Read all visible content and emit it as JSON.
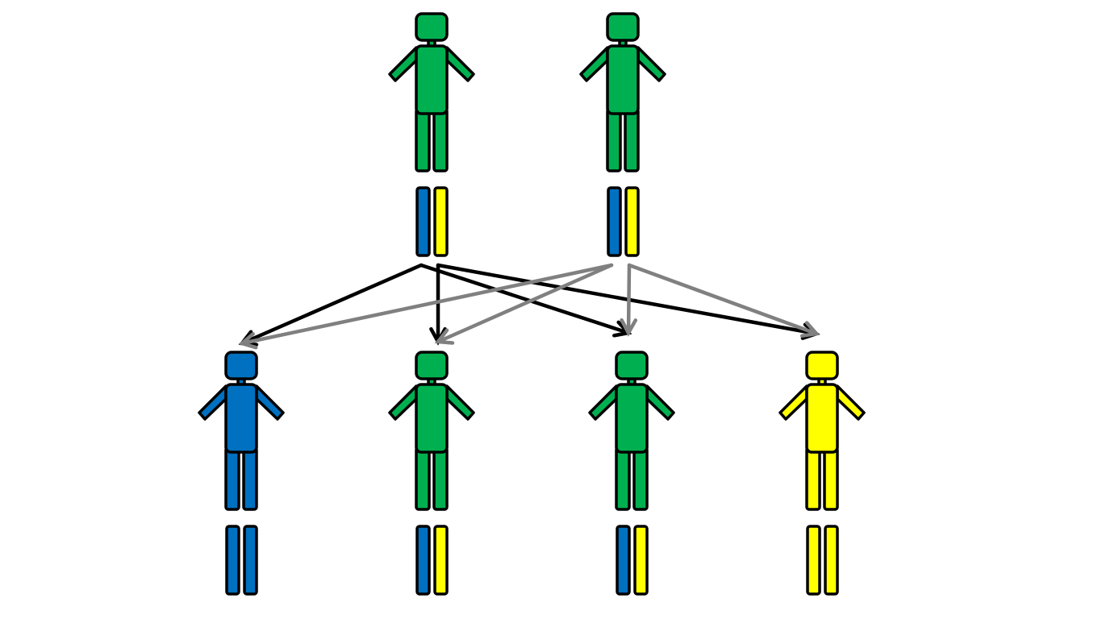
{
  "colors": {
    "green": "#00B050",
    "blue": "#0070C0",
    "yellow": "#FFFF00",
    "outline": "#000000",
    "arrow_parent1": "#000000",
    "arrow_parent2": "#808080"
  },
  "parents": [
    {
      "body": "green",
      "chromosomes": [
        "blue",
        "yellow"
      ]
    },
    {
      "body": "green",
      "chromosomes": [
        "blue",
        "yellow"
      ]
    }
  ],
  "children": [
    {
      "body": "blue",
      "chromosomes": [
        "blue",
        "blue"
      ]
    },
    {
      "body": "green",
      "chromosomes": [
        "blue",
        "yellow"
      ]
    },
    {
      "body": "green",
      "chromosomes": [
        "blue",
        "yellow"
      ]
    },
    {
      "body": "yellow",
      "chromosomes": [
        "yellow",
        "yellow"
      ]
    }
  ],
  "inheritance": [
    {
      "parent": 0,
      "chromosome": 0,
      "child": 0
    },
    {
      "parent": 0,
      "chromosome": 1,
      "child": 1
    },
    {
      "parent": 0,
      "chromosome": 0,
      "child": 2
    },
    {
      "parent": 0,
      "chromosome": 1,
      "child": 3
    },
    {
      "parent": 1,
      "chromosome": 0,
      "child": 0
    },
    {
      "parent": 1,
      "chromosome": 0,
      "child": 1
    },
    {
      "parent": 1,
      "chromosome": 1,
      "child": 2
    },
    {
      "parent": 1,
      "chromosome": 1,
      "child": 3
    }
  ]
}
